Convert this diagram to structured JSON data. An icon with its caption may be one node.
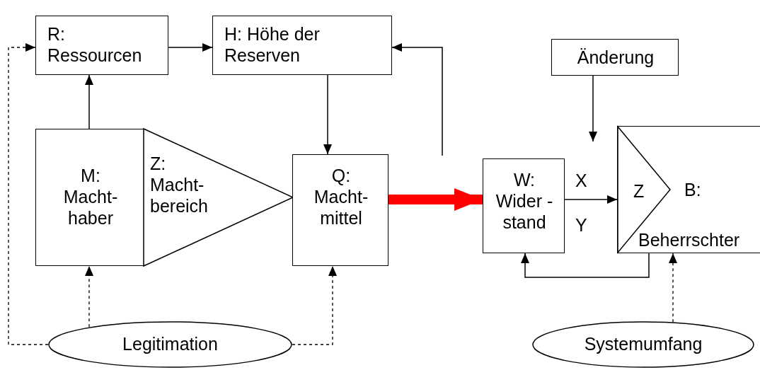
{
  "diagram": {
    "nodes": [
      {
        "text": [
          "R: Ressourcen"
        ]
      },
      {
        "text": [
          "H: Höhe der Reserven"
        ]
      },
      {
        "text": [
          "Änderung"
        ]
      },
      {
        "text": [
          "M: Macht- haber"
        ]
      },
      {
        "text": [
          "Z: Macht- bereich"
        ]
      },
      {
        "text": [
          "Q: Macht- mittel"
        ]
      },
      {
        "text": [
          "W: Wider -stand"
        ]
      },
      {
        "text": [
          "B:",
          "Beherrschter"
        ]
      },
      {
        "text": [
          "Z"
        ],
        "in": 7
      },
      {
        "text": [
          "Legitimation"
        ]
      },
      {
        "text": [
          "Systemumfang"
        ]
      }
    ],
    "edges": [
      {
        "from": 3,
        "to": 0,
        "arrow": "to"
      },
      {
        "from": 0,
        "to": 1,
        "arrow": "to"
      },
      {
        "from": 1,
        "to": 5,
        "arrow": "to"
      },
      {
        "from": null,
        "to": 1,
        "arrow": "to"
      },
      {
        "from": 5,
        "to": 6,
        "arrow": "to",
        "style": "thick",
        "color": "#ff0000"
      },
      {
        "from": 2,
        "to": null,
        "arrow": "to"
      },
      {
        "from": 6,
        "to": 7,
        "arrow": "to"
      },
      {
        "from": 7,
        "to": 6,
        "arrow": "to"
      },
      {
        "from": 9,
        "to": 3,
        "arrow": "to",
        "style": "dashed"
      },
      {
        "from": 9,
        "to": 5,
        "arrow": "to",
        "style": "dashed"
      },
      {
        "from": 9,
        "to": 0,
        "arrow": "to",
        "style": "dashed"
      },
      {
        "from": 10,
        "to": 7,
        "arrow": "to",
        "style": "dashed"
      }
    ],
    "labels": [
      "X",
      "Y"
    ]
  }
}
